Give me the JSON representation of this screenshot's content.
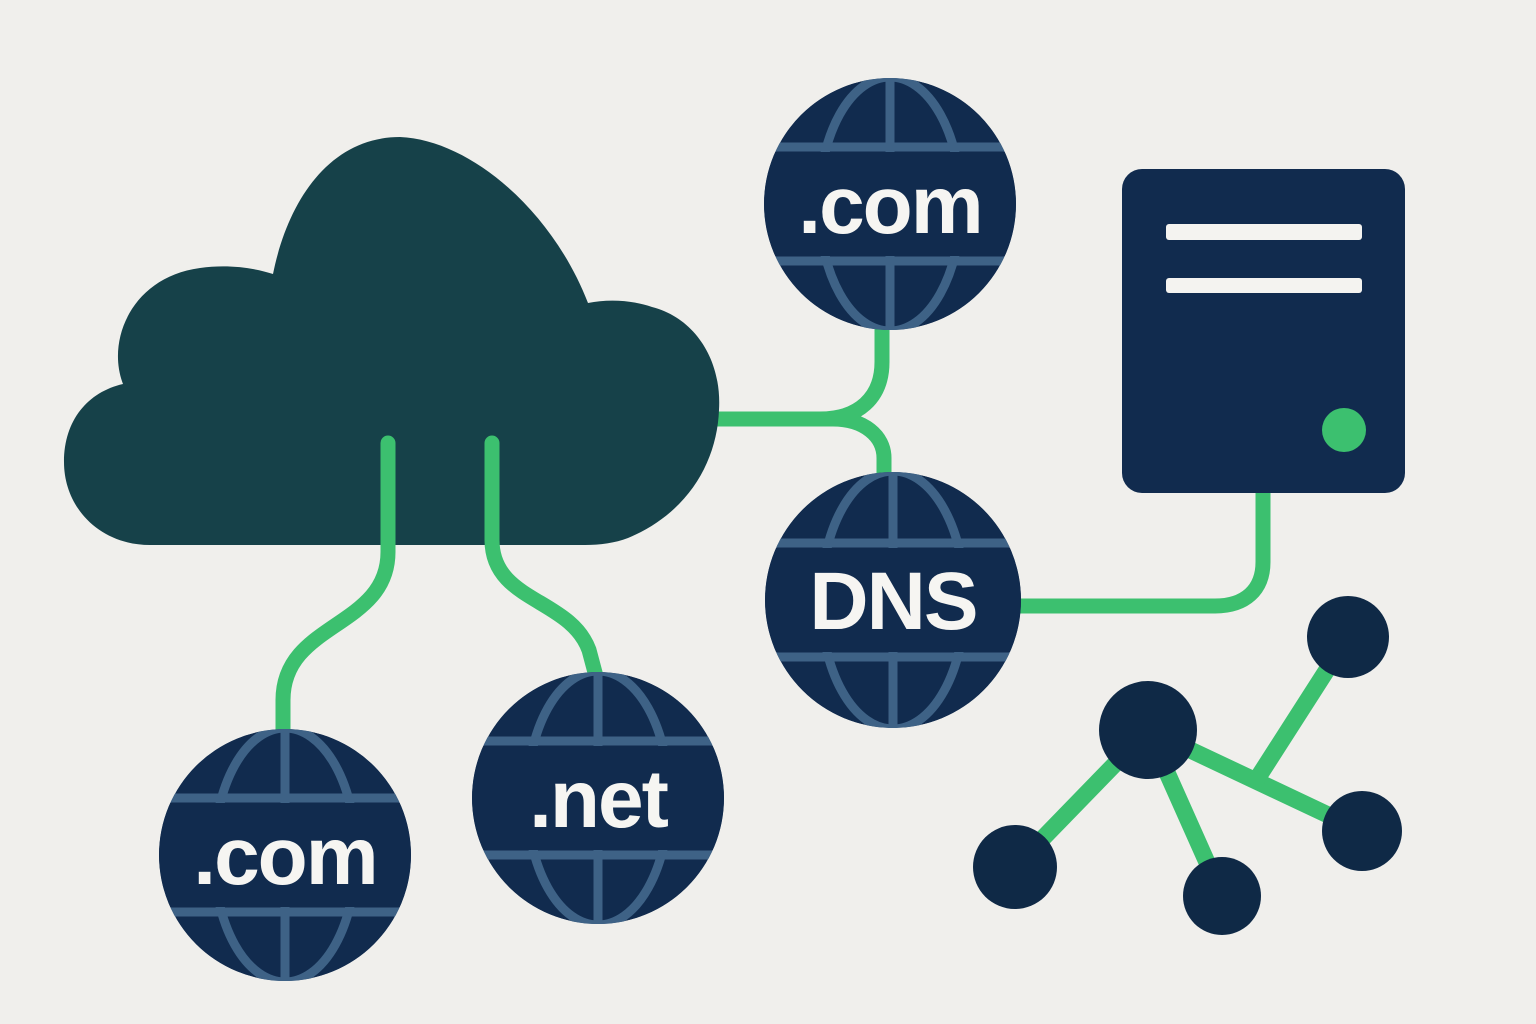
{
  "illustration": {
    "globes": {
      "com_top": ".com",
      "dns": "DNS",
      "com_left": ".com",
      "net": ".net"
    },
    "icons": {
      "cloud": "cloud-icon",
      "globe": "globe-icon",
      "server": "server-tower-icon",
      "network": "network-nodes-icon"
    },
    "colors": {
      "background": "#f0efec",
      "cloud_teal": "#164149",
      "navy": "#112b4e",
      "node_navy": "#0f2946",
      "globe_line_blue": "#3e6286",
      "connector_green": "#3cc06f",
      "label_white": "#f6f5f2"
    }
  }
}
